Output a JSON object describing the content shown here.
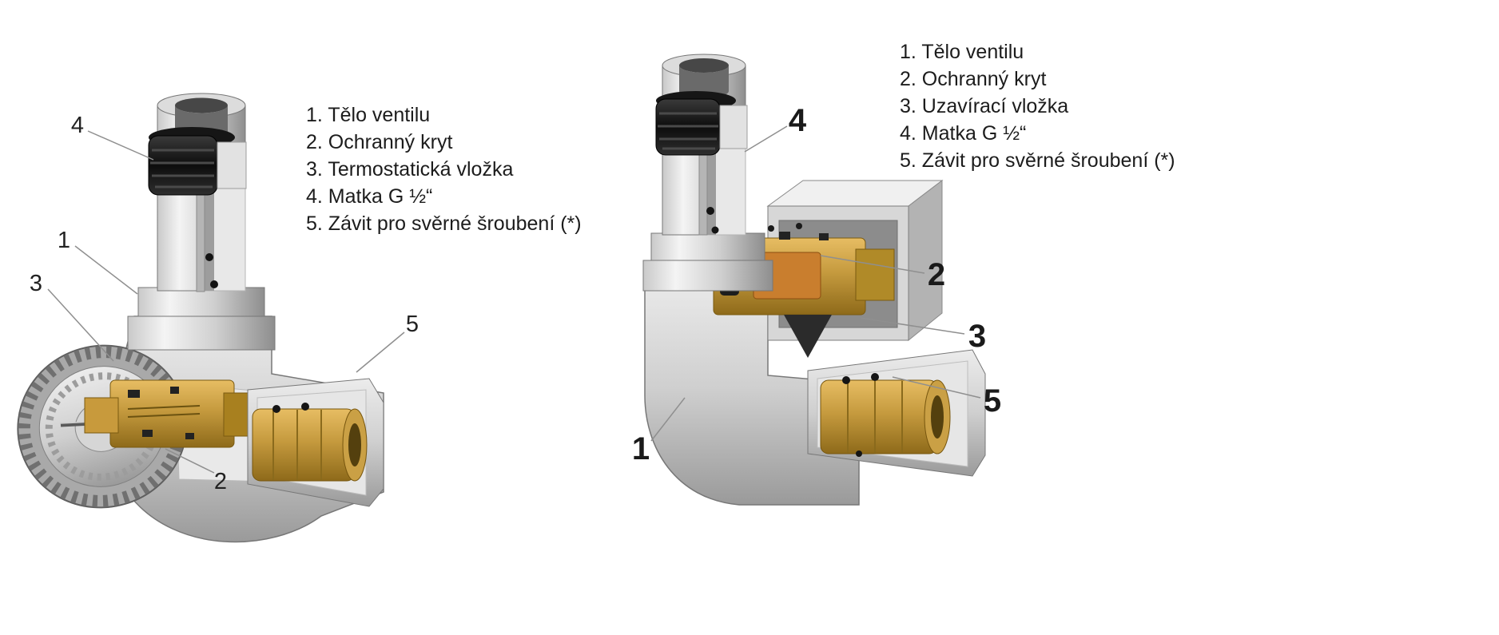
{
  "colors": {
    "background": "#ffffff",
    "metal_light": "#f2f2f2",
    "metal_mid": "#c9c9c9",
    "metal_dark": "#8e8e8e",
    "brass": "#c59a3e",
    "brass_dark": "#8e6a1a",
    "thread_black": "#111111",
    "text": "#1c1c1c",
    "leader_line": "#8f8f8f"
  },
  "figures": [
    {
      "id": "thermostatic-valve",
      "legend": {
        "items": [
          "1. Tělo ventilu",
          "2. Ochranný kryt",
          "3. Termostatická vložka",
          "4. Matka G ½“",
          "5. Závit pro svěrné šroubení (*)"
        ]
      },
      "callouts": [
        "4",
        "1",
        "3",
        "2",
        "5"
      ]
    },
    {
      "id": "shutoff-valve",
      "legend": {
        "items": [
          "1. Tělo ventilu",
          "2. Ochranný kryt",
          "3. Uzavírací vložka",
          "4. Matka G ½“",
          "5. Závit pro svěrné šroubení (*)"
        ]
      },
      "callouts": [
        "4",
        "2",
        "3",
        "5",
        "1"
      ]
    }
  ]
}
